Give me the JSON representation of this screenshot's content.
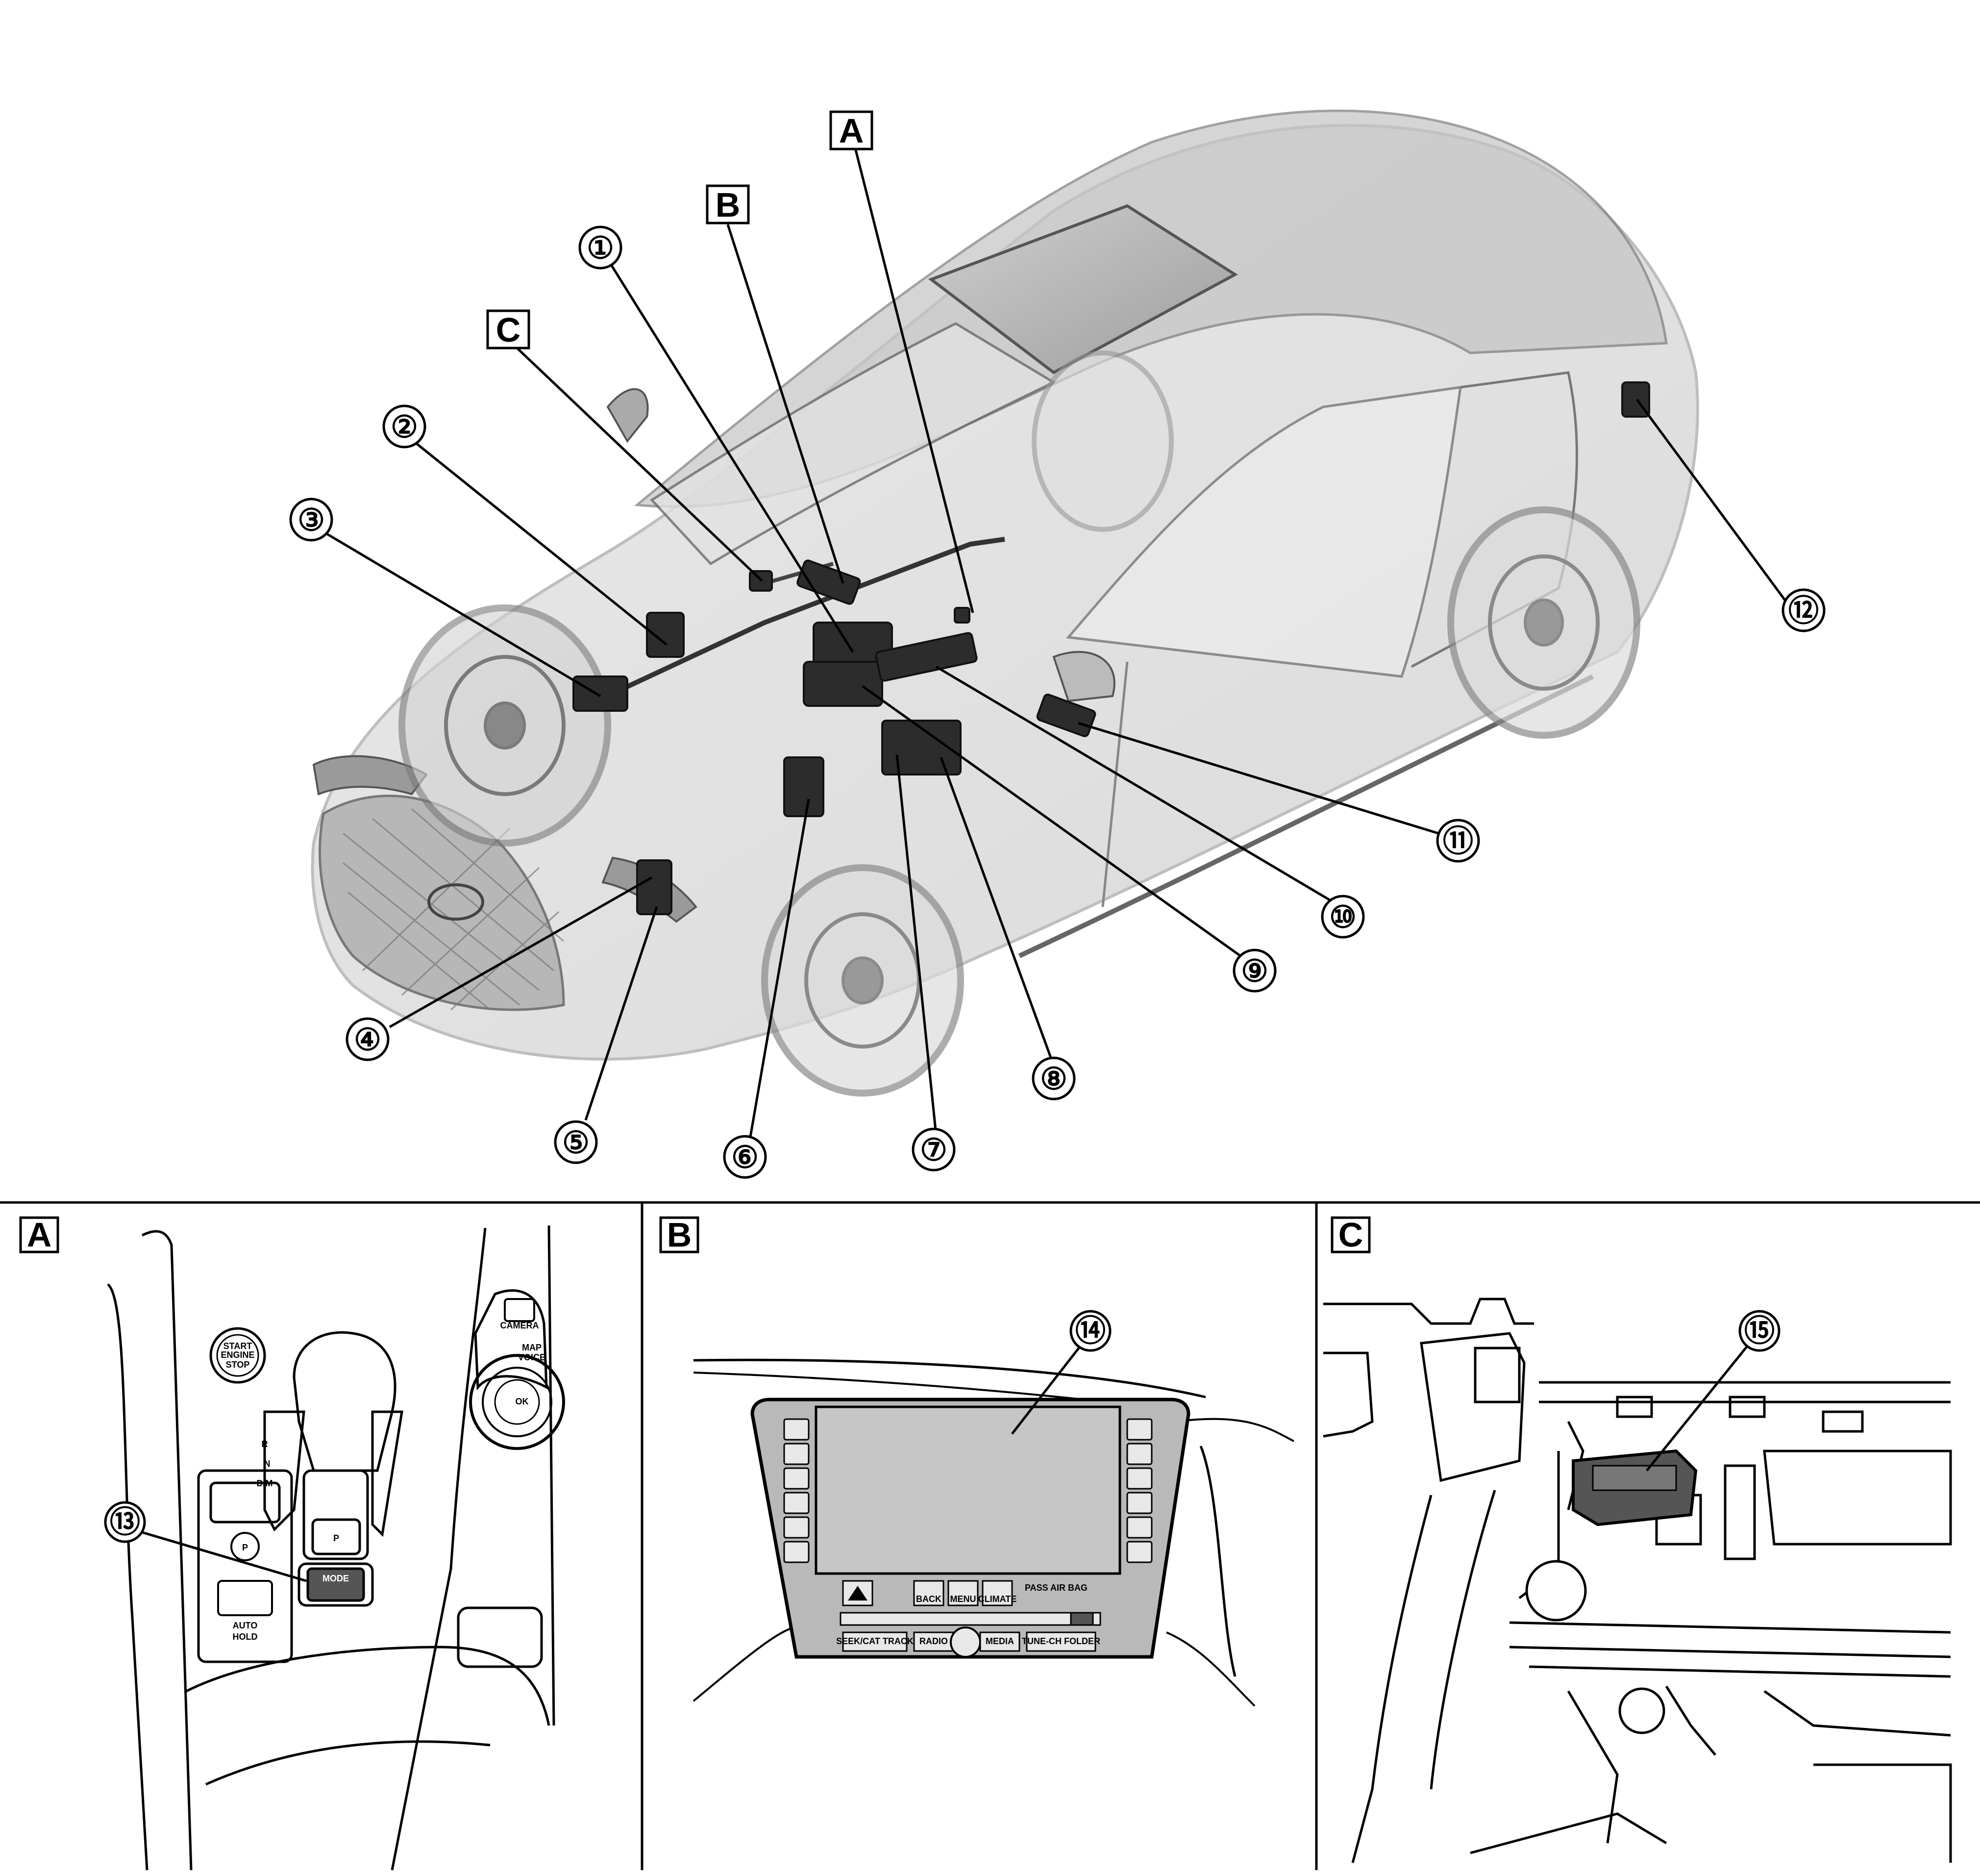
{
  "main_view": {
    "section_markers": [
      {
        "id": "A",
        "label": "A"
      },
      {
        "id": "B",
        "label": "B"
      },
      {
        "id": "C",
        "label": "C"
      }
    ],
    "callouts": [
      {
        "id": 1,
        "label": "①"
      },
      {
        "id": 2,
        "label": "②"
      },
      {
        "id": 3,
        "label": "③"
      },
      {
        "id": 4,
        "label": "④"
      },
      {
        "id": 5,
        "label": "⑤"
      },
      {
        "id": 6,
        "label": "⑥"
      },
      {
        "id": 7,
        "label": "⑦"
      },
      {
        "id": 8,
        "label": "⑧"
      },
      {
        "id": 9,
        "label": "⑨"
      },
      {
        "id": 10,
        "label": "⑩"
      },
      {
        "id": 11,
        "label": "⑪"
      },
      {
        "id": 12,
        "label": "⑫"
      }
    ]
  },
  "detail_panels": {
    "a": {
      "header": "A",
      "callout": "⑬",
      "start_button": [
        "START",
        "ENGINE",
        "STOP"
      ],
      "shift_labels": [
        "R",
        "N",
        "D/M",
        "P"
      ],
      "mode_button": "MODE",
      "parking_brake_icon": "P",
      "auto_hold": [
        "AUTO",
        "HOLD"
      ],
      "map_button": [
        "MAP",
        "VOICE"
      ],
      "camera_button": "CAMERA",
      "ok_label": "OK"
    },
    "b": {
      "header": "B",
      "callout": "⑭",
      "pass_airbag_label": "PASS AIR BAG",
      "button_labels": [
        "BACK",
        "MENU",
        "CLIMATE"
      ],
      "bottom_buttons": [
        "SEEK/CAT TRACK",
        "RADIO",
        "MEDIA",
        "TUNE-CH FOLDER"
      ]
    },
    "c": {
      "header": "C",
      "callout": "⑮"
    }
  }
}
